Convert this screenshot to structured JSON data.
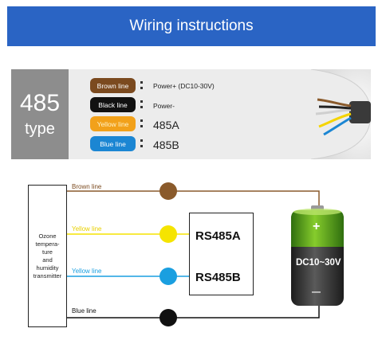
{
  "header": {
    "title": "Wiring instructions"
  },
  "type_badge": {
    "number": "485",
    "word": "type"
  },
  "wire_table": [
    {
      "label": "Brown line",
      "color": "#7b4a1f",
      "text_color": "#ffffff",
      "description": "Power+ (DC10-30V)",
      "size": "small"
    },
    {
      "label": "Black line",
      "color": "#111111",
      "text_color": "#ffffff",
      "description": "Power-",
      "size": "small"
    },
    {
      "label": "Yellow line",
      "color": "#f2a11a",
      "text_color": "#fff3c9",
      "description": "485A",
      "size": "big"
    },
    {
      "label": "Blue line",
      "color": "#1b86d3",
      "text_color": "#ffffff",
      "description": "485B",
      "size": "big"
    }
  ],
  "diagram": {
    "transmitter_label": "Ozone\ntempera-\nture\nand\nhumidity\ntransmitter",
    "wires": [
      {
        "label": "Brown line",
        "color": "#8a5a2b"
      },
      {
        "label": "Yellow line",
        "color": "#f5e400"
      },
      {
        "label": "Yellow line",
        "color": "#1a9fe0"
      },
      {
        "label": "Blue line",
        "color": "#111111"
      }
    ],
    "rs485a": "RS485A",
    "rs485b": "RS485B",
    "battery": {
      "plus": "+",
      "minus": "—",
      "voltage": "DC10~30V"
    }
  },
  "colors": {
    "banner": "#2a64c4",
    "type_box": "#8d8d8d",
    "panel": "#ececec"
  }
}
